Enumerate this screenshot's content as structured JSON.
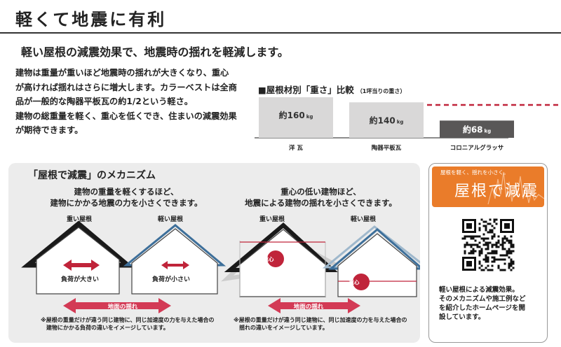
{
  "header": {
    "title": "軽くて地震に有利",
    "subtitle": "軽い屋根の減震効果で、地震時の揺れを軽減します。"
  },
  "intro": {
    "lines": [
      "建物は重量が重いほど地震時の揺れが大きくなり、重心",
      "が高ければ揺れはさらに増大します。カラーベストは全商",
      "品が一般的な陶器平板瓦の約1/2という軽さ。",
      "建物の総重量を軽く、重心を低くでき、住まいの減震効果",
      "が期待できます。"
    ]
  },
  "weight_chart": {
    "title": "■屋根材別「重さ」比較",
    "note": "（1坪当りの重さ）",
    "unit": "kg",
    "bar_color_light": "#d9d8d8",
    "bar_color_dark": "#595757",
    "dash_color": "#c0243a"
  },
  "chart_data": {
    "type": "bar",
    "title": "■屋根材別「重さ」比較",
    "categories": [
      "洋 瓦",
      "陶器平板瓦",
      "コロニアルグラッサ"
    ],
    "values": [
      160,
      140,
      68
    ],
    "value_labels": [
      "約160",
      "約140",
      "約68"
    ],
    "unit": "kg",
    "ylim": [
      0,
      160
    ]
  },
  "mechanism": {
    "title": "「屋根で減震」のメカニズム",
    "left": {
      "caption_lines": [
        "建物の重量を軽くするほど、",
        "建物にかかる地震の力を小さくできます。"
      ],
      "heavy_label": "重い屋根",
      "light_label": "軽い屋根",
      "heavy_load": "負荷が大きい",
      "light_load": "負荷が小さい",
      "ground_label": "地面の揺れ",
      "note_lines": [
        "※屋根の重量だけが違う同じ建物に、同じ加速度の力を与えた場合の",
        "建物にかかる負荷の違いをイメージしています。"
      ]
    },
    "right": {
      "caption_lines": [
        "重心の低い建物ほど、",
        "地震による建物の揺れを小さくできます。"
      ],
      "heavy_label": "重い屋根",
      "light_label": "軽い屋根",
      "center_label": "重心",
      "ground_label": "地面の揺れ",
      "note_lines": [
        "※屋根の重量だけが違う同じ建物に、同じ加速度の力を与えた場合の",
        "揺れの違いをイメージしています。"
      ]
    },
    "colors": {
      "arrow": "#c0243a",
      "heavy_roof": "#1a1a1a",
      "light_roof": "#3d6f9a"
    }
  },
  "side": {
    "banner_small": "屋根を軽く、揺れを小さく。",
    "banner_big": "屋根で減震",
    "text_lines": [
      "軽い屋根による減震効果。",
      "そのメカニズムや施工例などを紹介したホームページを開",
      "設しています。"
    ],
    "text_display": [
      "軽い屋根による減震効果。",
      "そのメカニズムや施工例など",
      "を紹介したホームページを開",
      "設しています。"
    ],
    "accent": "#ea7c2a"
  }
}
